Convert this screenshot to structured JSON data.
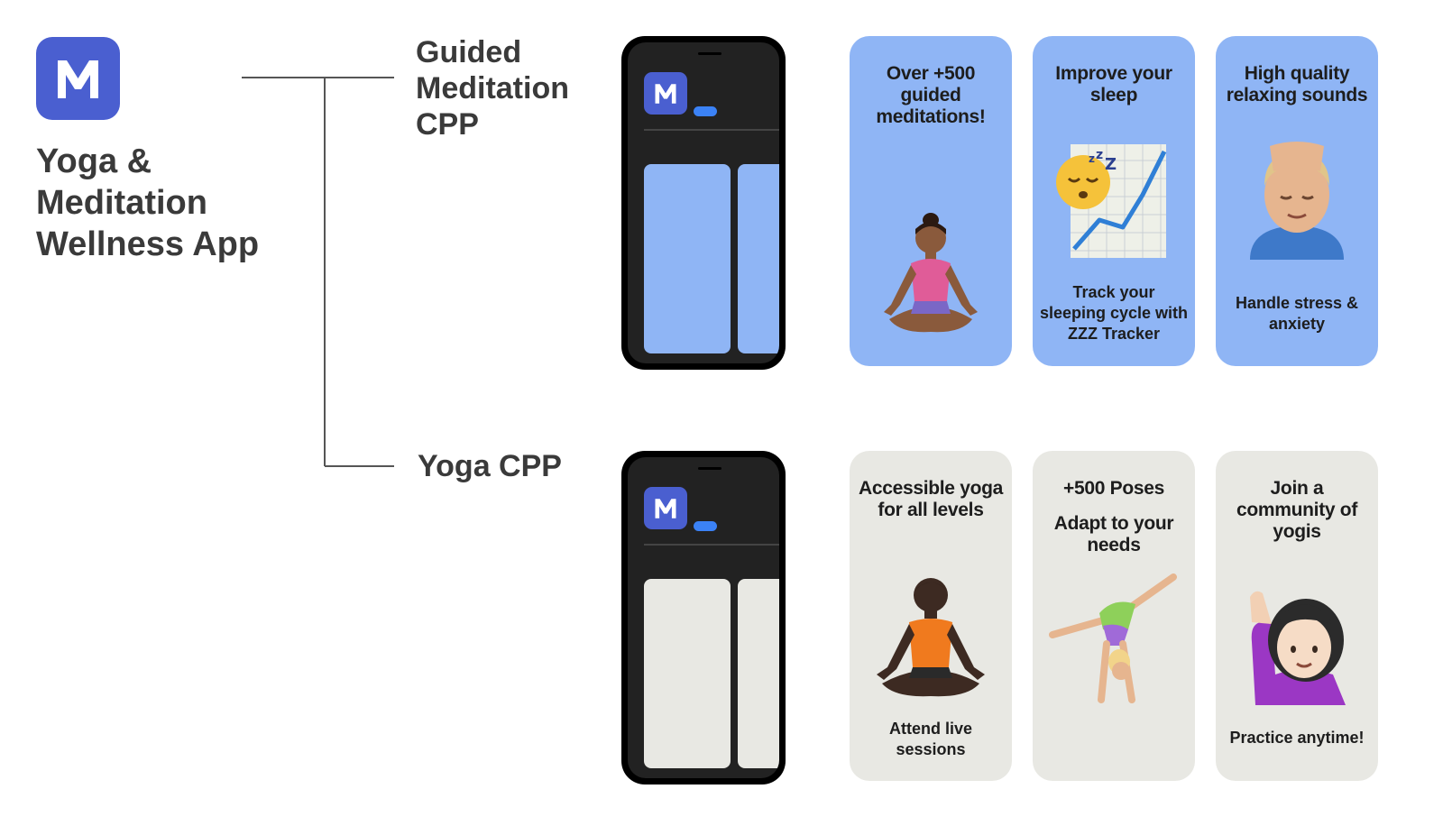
{
  "app": {
    "icon_letter": "M",
    "title": "Yoga & Meditation Wellness App",
    "brand_color": "#4a5fd0"
  },
  "branches": [
    {
      "label": "Guided Meditation CPP",
      "theme_color": "#8fb5f5",
      "cards": [
        {
          "heading": "Over +500 guided meditations!",
          "subheading": "",
          "caption": "",
          "icon": "meditating-woman-icon"
        },
        {
          "heading": "Improve your sleep",
          "subheading": "",
          "caption": "Track your sleeping cycle with ZZZ Tracker",
          "icon": "sleep-chart-icon"
        },
        {
          "heading": "High quality relaxing sounds",
          "subheading": "",
          "caption": "Handle stress & anxiety",
          "icon": "head-massage-icon"
        }
      ]
    },
    {
      "label": "Yoga CPP",
      "theme_color": "#e8e8e3",
      "cards": [
        {
          "heading": "Accessible yoga for all levels",
          "subheading": "",
          "caption": "Attend live sessions",
          "icon": "meditating-man-icon"
        },
        {
          "heading": "+500 Poses",
          "subheading": "Adapt to your needs",
          "caption": "",
          "icon": "cartwheel-icon"
        },
        {
          "heading": "Join a community of yogis",
          "subheading": "",
          "caption": "Practice anytime!",
          "icon": "raising-hand-icon"
        }
      ]
    }
  ]
}
